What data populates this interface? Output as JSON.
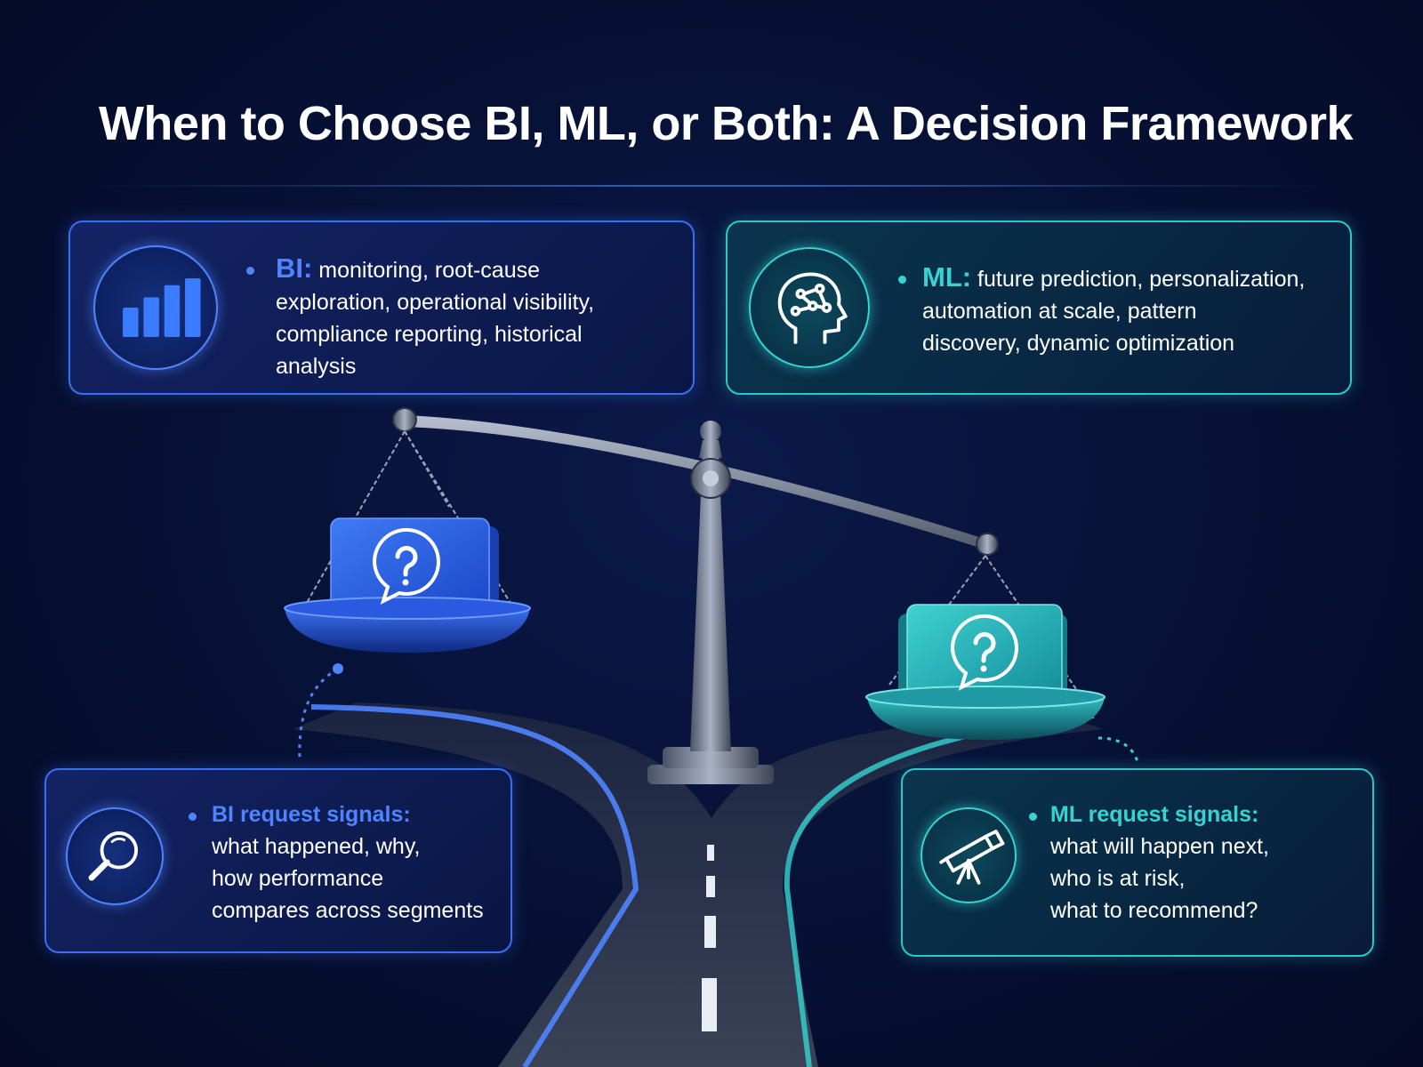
{
  "title": "When to Choose BI, ML, or Both: A Decision Framework",
  "bi_card": {
    "label": "BI:",
    "lines": [
      "monitoring, root-cause",
      "exploration, operational visibility,",
      "compliance reporting, historical",
      "analysis"
    ]
  },
  "ml_card": {
    "label": "ML:",
    "lines": [
      "future prediction, personalization,",
      "automation at scale, pattern",
      "discovery, dynamic optimization"
    ]
  },
  "bi_signals": {
    "label": "BI request signals:",
    "lines": [
      "what happened, why,",
      "how performance",
      "compares across segments"
    ]
  },
  "ml_signals": {
    "label": "ML request signals:",
    "lines": [
      "what will happen next,",
      "who is at risk,",
      "what to recommend?"
    ]
  },
  "icons": {
    "bi_card": "bar-chart-icon",
    "ml_card": "brain-head-icon",
    "bi_signals": "magnifier-icon",
    "ml_signals": "telescope-icon",
    "pan_cards": "question-bubble-icon"
  },
  "colors": {
    "bi_accent": "#4f84ff",
    "ml_accent": "#35d4d2",
    "background": "#071238"
  }
}
